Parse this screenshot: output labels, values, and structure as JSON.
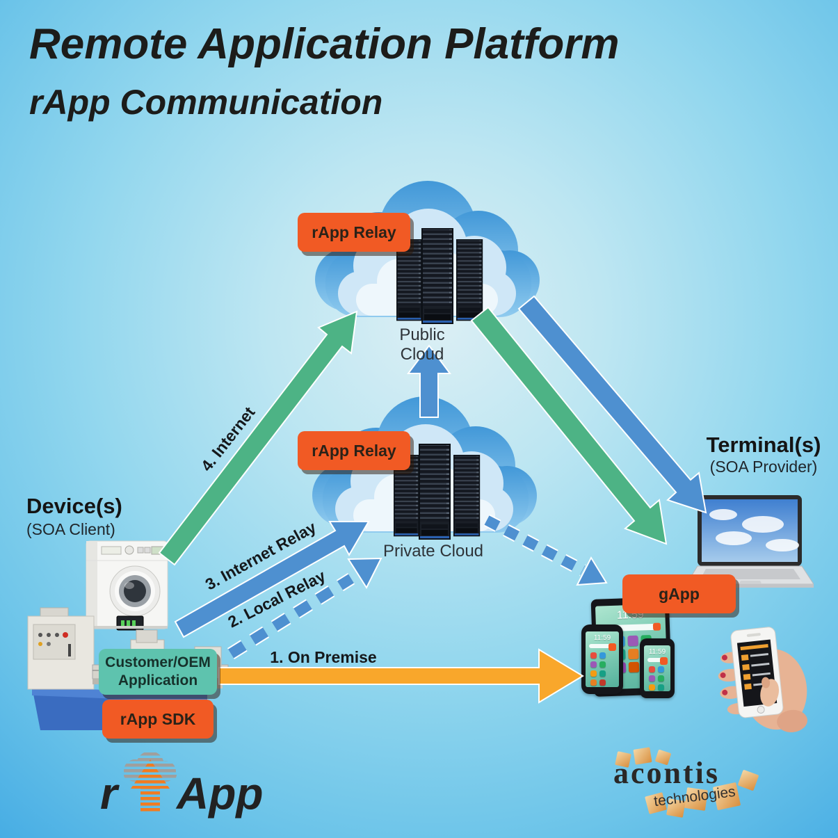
{
  "header": {
    "title": "Remote Application Platform",
    "subtitle": "rApp Communication"
  },
  "public_cloud": {
    "relay": "rApp Relay",
    "caption": "Public Cloud"
  },
  "private_cloud": {
    "relay": "rApp Relay",
    "caption": "Private Cloud"
  },
  "devices": {
    "heading": "Device(s)",
    "subheading": "(SOA Client)"
  },
  "terminals": {
    "heading": "Terminal(s)",
    "subheading": "(SOA Provider)"
  },
  "boxes": {
    "customer_line1": "Customer/OEM",
    "customer_line2": "Application",
    "sdk": "rApp SDK",
    "gapp": "gApp"
  },
  "arrows": {
    "on_premise": "1. On Premise",
    "local_relay": "2. Local Relay",
    "internet_relay": "3. Internet Relay",
    "internet": "4. Internet"
  },
  "screens": {
    "tablet_time": "11:59",
    "phone_time": "11:59"
  },
  "logos": {
    "rapp_prefix": "r",
    "rapp_suffix": "App",
    "acontis_name": "acontis",
    "acontis_sub": "technologies"
  },
  "colors": {
    "accent_orange": "#F15A24",
    "accent_teal": "#5EC3AE",
    "arrow_green": "#4DB385",
    "arrow_blue": "#4E90D0",
    "arrow_orange": "#F9A72B",
    "background_light": "#DCEFF4",
    "background_deep": "#47ADE4"
  }
}
